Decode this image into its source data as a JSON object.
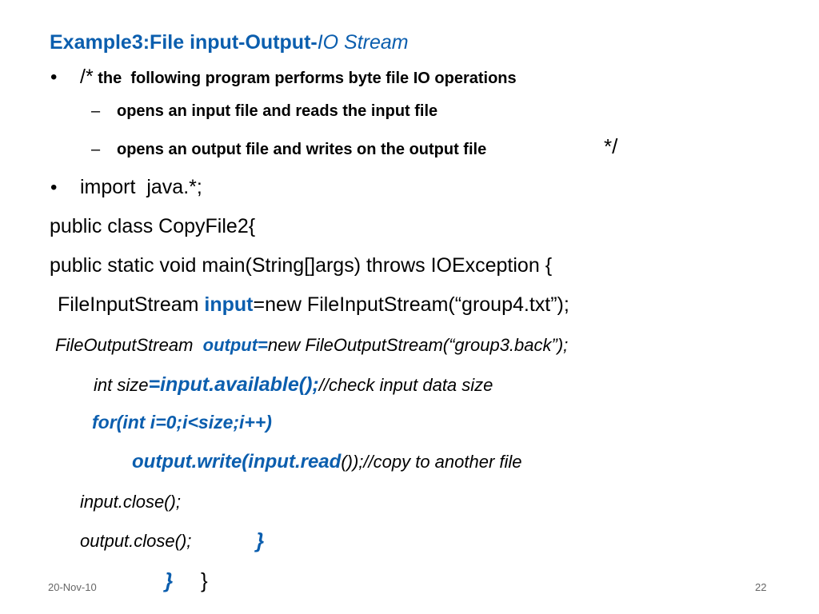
{
  "title": {
    "main": "Example3:File input-Output-",
    "sub": "IO Stream"
  },
  "comment": {
    "open": "/*",
    "text": "the  following program performs byte file IO operations",
    "sub1": "opens an input file and reads the input file",
    "sub2": "opens an output file and writes on the output file",
    "close": "*/"
  },
  "bullet_glyph": "•",
  "dash_glyph": "–",
  "code": {
    "import": "import  java.*;",
    "class_decl": "public class CopyFile2{",
    "main_decl": "public static void main(String[]args) throws IOException {",
    "fis_type": "FileInputStream ",
    "fis_var": "input",
    "fis_rest": "=new FileInputStream(“group4.txt”);",
    "fos_type": "FileOutputStream  ",
    "fos_var": "output=",
    "fos_rest": "new FileOutputStream(“group3.back”);",
    "size_a": "int size",
    "size_b": "=input.available();",
    "size_c": "//check input data size",
    "for_loop": "for(int i=0;i<size;i++)",
    "write_a": "output.write(input.read",
    "write_b": "());//copy to another file",
    "in_close": "input.close();",
    "out_close": "output.close();",
    "brace_blue": "}",
    "brace_black": "}"
  },
  "footer": {
    "date": "20-Nov-10",
    "page": "22"
  }
}
